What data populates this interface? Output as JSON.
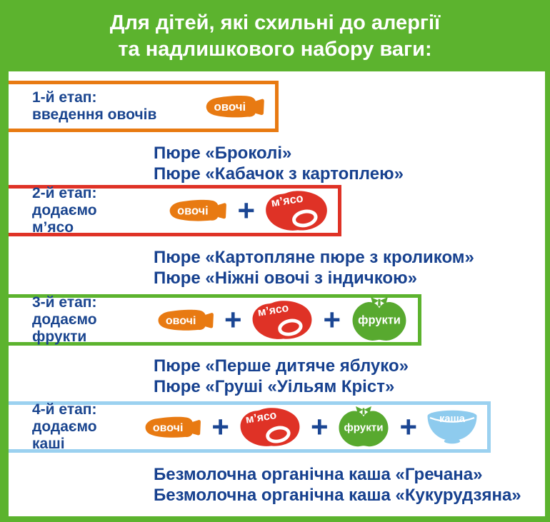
{
  "header": {
    "title_line1": "Для дітей, які схильні до алергії",
    "title_line2": "та надлишкового набору ваги:"
  },
  "plus": "+",
  "badges": {
    "vegetables": {
      "label": "овочі",
      "color": "#e87a12"
    },
    "meat": {
      "label": "м’ясо",
      "color": "#df3226"
    },
    "fruits": {
      "label": "фрукти",
      "color": "#58a92f"
    },
    "porridge": {
      "label": "каша",
      "color": "#8ecbee"
    }
  },
  "stages": [
    {
      "label_lines": [
        "1-й етап:",
        "введення овочів"
      ],
      "border_color": "#e87a12",
      "badges": [
        "vegetables"
      ],
      "products": [
        "Пюре «Броколі»",
        "Пюре «Кабачок з картоплею»"
      ]
    },
    {
      "label_lines": [
        "2-й етап:",
        "додаємо",
        "м’ясо"
      ],
      "border_color": "#df3226",
      "badges": [
        "vegetables",
        "meat"
      ],
      "products": [
        "Пюре «Картопляне пюре з кроликом»",
        "Пюре «Ніжні овочі з індичкою»"
      ]
    },
    {
      "label_lines": [
        "3-й етап:",
        "додаємо",
        "фрукти"
      ],
      "border_color": "#5cb32e",
      "badges": [
        "vegetables",
        "meat",
        "fruits"
      ],
      "products": [
        "Пюре «Перше дитяче яблуко»",
        "Пюре «Груші «Уільям Кріст»"
      ]
    },
    {
      "label_lines": [
        "4-й етап:",
        "додаємо",
        "каші"
      ],
      "border_color": "#9bd1f0",
      "badges": [
        "vegetables",
        "meat",
        "fruits",
        "porridge"
      ],
      "products": [
        "Безмолочна органічна каша «Гречана»",
        "Безмолочна органічна каша «Кукурудзяна»"
      ]
    }
  ],
  "colors": {
    "background_green": "#5cb32e",
    "text_blue": "#17418f",
    "plus_blue": "#1b4693",
    "white": "#ffffff"
  }
}
